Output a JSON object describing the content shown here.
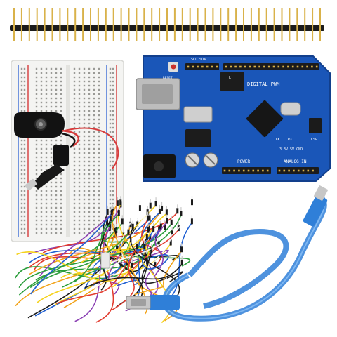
{
  "board": {
    "silk_digital": "DIGITAL PWM",
    "silk_power": "POWER",
    "silk_analog": "ANALOG IN",
    "silk_reset": "RESET",
    "silk_scl_sda": "SCL SDA",
    "silk_ioref_row": "3.3V 5V GND",
    "silk_tx": "TX",
    "silk_rx": "RX",
    "silk_l": "L",
    "silk_icsp": "ICSP"
  },
  "colors": {
    "board_blue": "#1a56b8",
    "board_blue_dark": "#123f8c",
    "header_black": "#1b1b1b",
    "pin_gold": "#d9b24a",
    "breadboard_white": "#f4f4f2",
    "rail_red": "#d63b3b",
    "rail_blue": "#3b6bd6",
    "usb_cable_blue": "#2f7fd8",
    "wire_colors": [
      "#e23b2e",
      "#f2a31b",
      "#f5d21c",
      "#2a9d3a",
      "#1f5fd1",
      "#1b1b1b",
      "#8a3fb3",
      "#ffffff"
    ]
  }
}
